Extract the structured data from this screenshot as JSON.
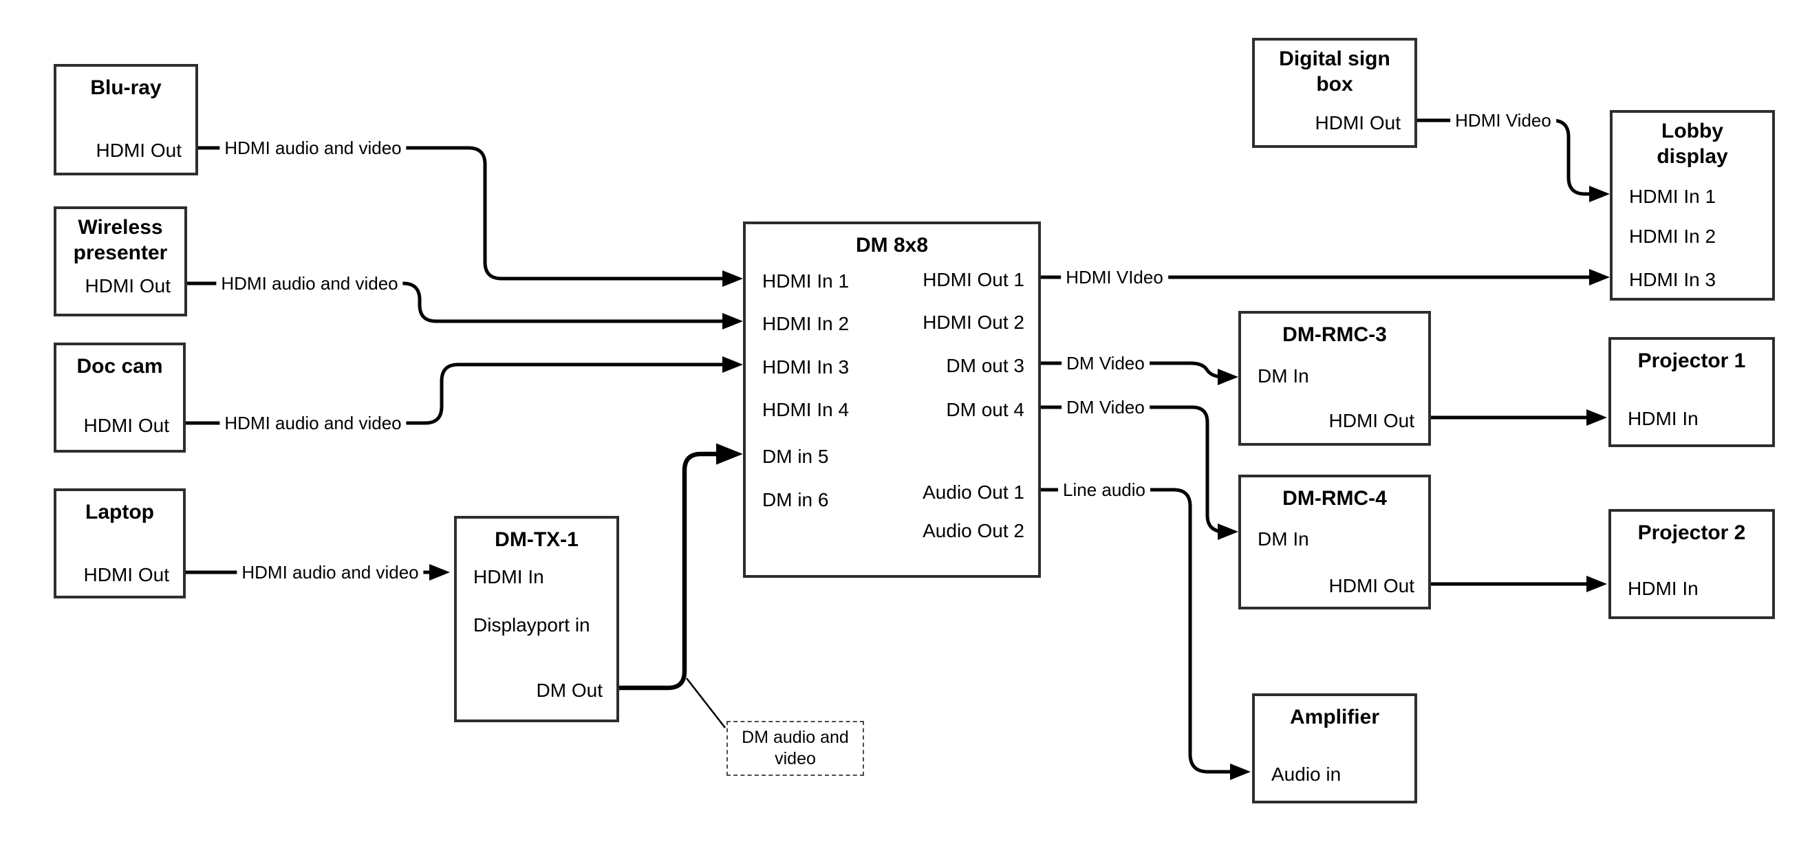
{
  "diagram": {
    "background": "#ffffff",
    "wire_color": "#000000",
    "box_border_color": "#2e2e2e"
  },
  "nodes": {
    "bluray": {
      "title": "Blu-ray",
      "ports": {
        "hdmi_out": "HDMI Out"
      }
    },
    "wireless": {
      "title": "Wireless\npresenter",
      "ports": {
        "hdmi_out": "HDMI Out"
      }
    },
    "doccam": {
      "title": "Doc cam",
      "ports": {
        "hdmi_out": "HDMI Out"
      }
    },
    "laptop": {
      "title": "Laptop",
      "ports": {
        "hdmi_out": "HDMI Out"
      }
    },
    "dmtx1": {
      "title": "DM-TX-1",
      "ports": {
        "hdmi_in": "HDMI In",
        "dp_in": "Displayport in",
        "dm_out": "DM Out"
      }
    },
    "dm8x8": {
      "title": "DM 8x8",
      "ports": {
        "in1": "HDMI In 1",
        "in2": "HDMI In 2",
        "in3": "HDMI In 3",
        "in4": "HDMI In 4",
        "in5": "DM in 5",
        "in6": "DM in 6",
        "out1": "HDMI Out 1",
        "out2": "HDMI Out 2",
        "out3": "DM out 3",
        "out4": "DM out 4",
        "aout1": "Audio Out 1",
        "aout2": "Audio Out 2"
      }
    },
    "digitalsign": {
      "title": "Digital sign\nbox",
      "ports": {
        "hdmi_out": "HDMI Out"
      }
    },
    "lobby": {
      "title": "Lobby\ndisplay",
      "ports": {
        "in1": "HDMI In 1",
        "in2": "HDMI In 2",
        "in3": "HDMI In 3"
      }
    },
    "dmrmc3": {
      "title": "DM-RMC-3",
      "ports": {
        "dm_in": "DM In",
        "hdmi_out": "HDMI Out"
      }
    },
    "proj1": {
      "title": "Projector 1",
      "ports": {
        "hdmi_in": "HDMI In"
      }
    },
    "dmrmc4": {
      "title": "DM-RMC-4",
      "ports": {
        "dm_in": "DM In",
        "hdmi_out": "HDMI Out"
      }
    },
    "proj2": {
      "title": "Projector 2",
      "ports": {
        "hdmi_in": "HDMI In"
      }
    },
    "amplifier": {
      "title": "Amplifier",
      "ports": {
        "audio_in": "Audio in"
      }
    }
  },
  "labels": {
    "bluray": "HDMI audio and video",
    "wireless": "HDMI audio and video",
    "doccam": "HDMI audio and video",
    "laptop": "HDMI audio and video",
    "hdmi_out1": "HDMI VIdeo",
    "signbox": "HDMI Video",
    "dm_out3": "DM Video",
    "dm_out4": "DM Video",
    "audio_out1": "Line audio"
  },
  "note": {
    "text": "DM audio and\nvideo"
  }
}
